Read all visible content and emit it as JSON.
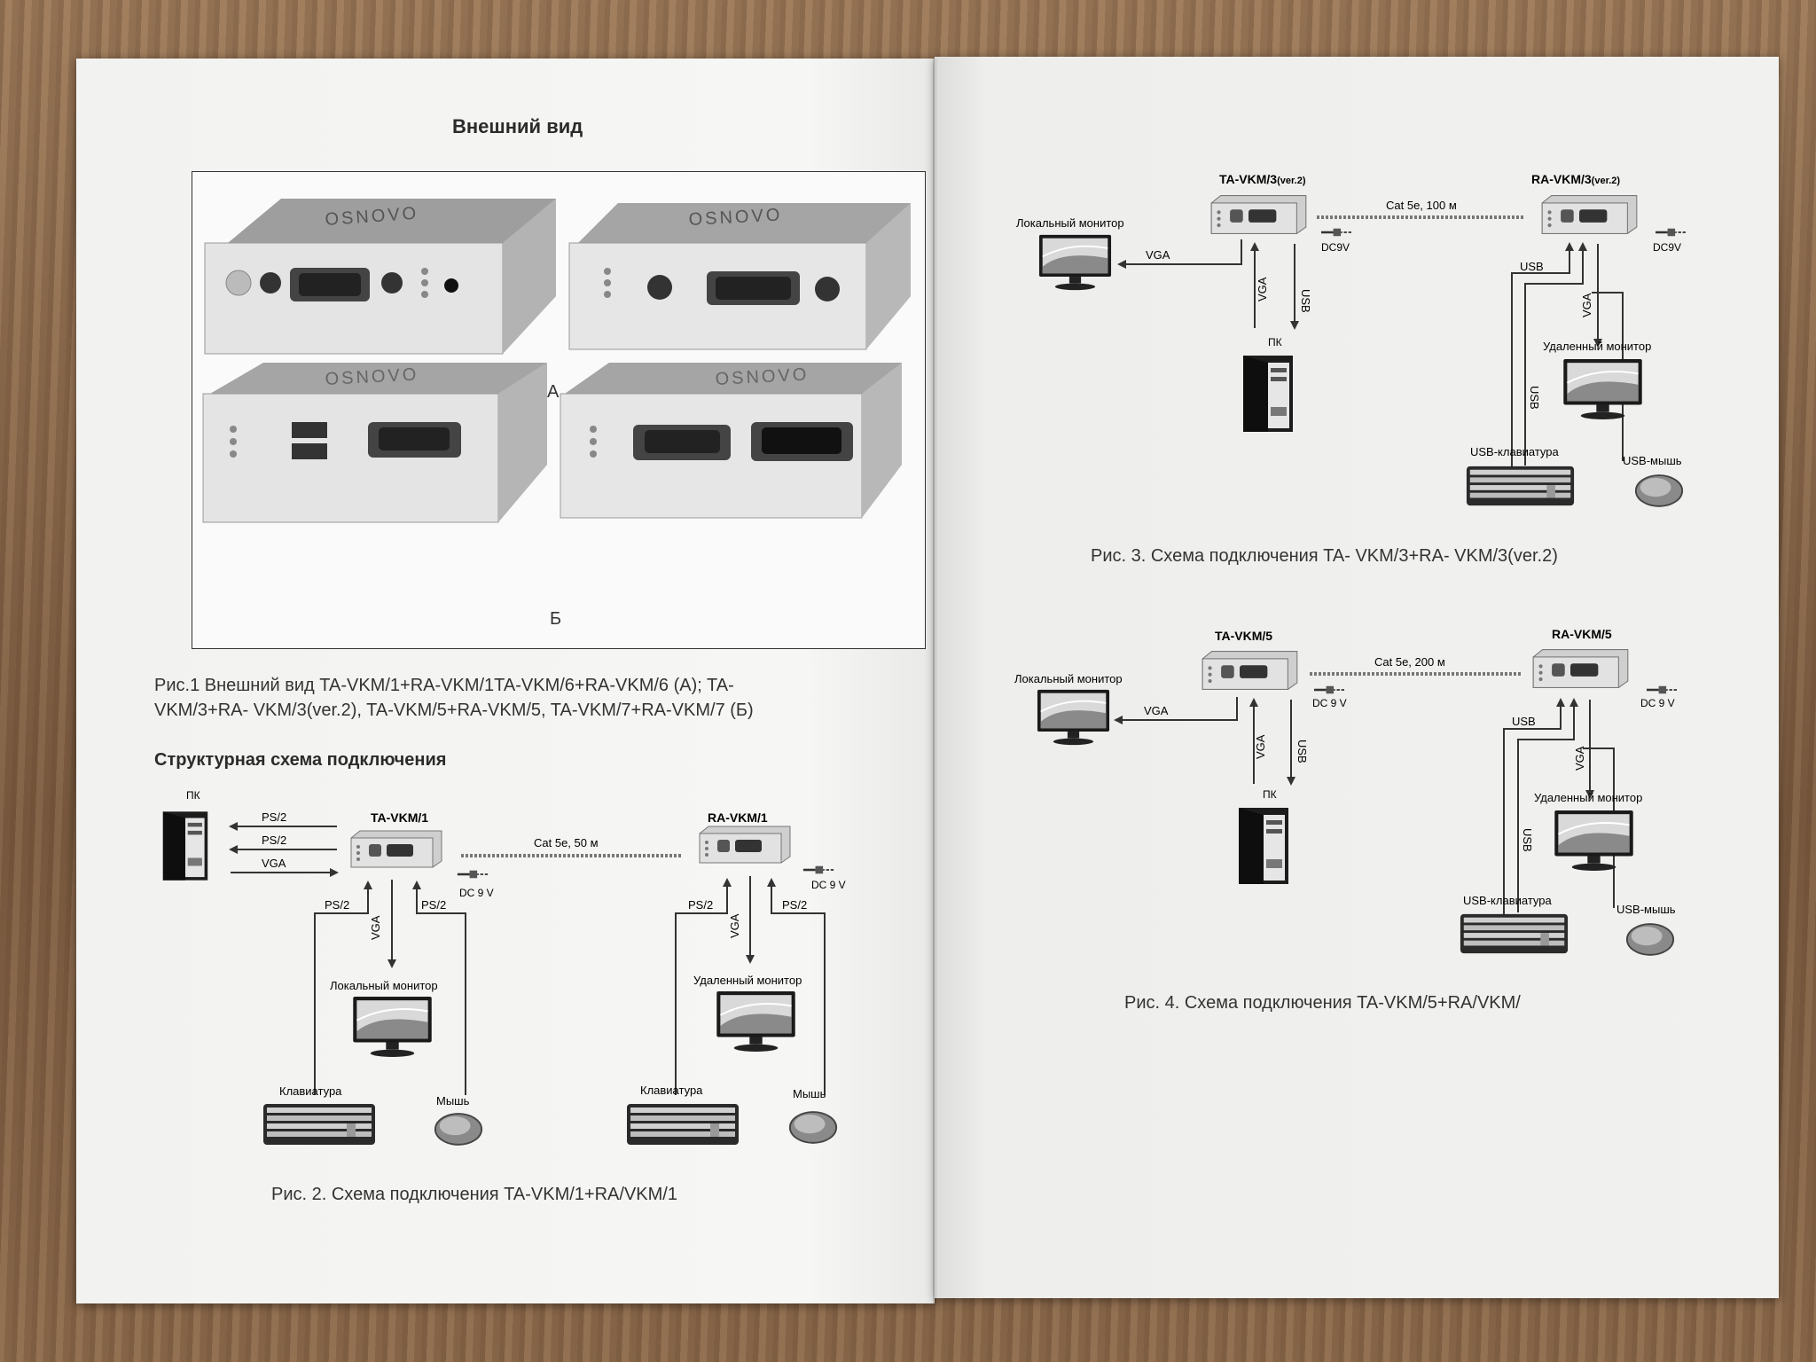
{
  "left": {
    "heading": "Внешний вид",
    "photo_label_a": "А",
    "photo_label_b": "Б",
    "brand_text": "OSNOVO",
    "fig1_caption_line1": "Рис.1 Внешний вид TA-VKM/1+RA-VKM/1TA-VKM/6+RA-VKM/6 (А); TA-",
    "fig1_caption_line2": "VKM/3+RA- VKM/3(ver.2), TA-VKM/5+RA-VKM/5, TA-VKM/7+RA-VKM/7 (Б)",
    "section_title": "Структурная схема подключения",
    "fig2": {
      "pc": "ПК",
      "ps2_a": "PS/2",
      "ps2_b": "PS/2",
      "vga": "VGA",
      "ta": "TA-VKM/1",
      "ra": "RA-VKM/1",
      "cable": "Cat 5e, 50 м",
      "dc_left": "DC 9 V",
      "dc_right": "DC 9 V",
      "ps2_l1": "PS/2",
      "ps2_l2": "PS/2",
      "vga_l": "VGA",
      "ps2_r1": "PS/2",
      "ps2_r2": "PS/2",
      "vga_r": "VGA",
      "local_monitor": "Локальный монитор",
      "remote_monitor": "Удаленный монитор",
      "keyboard_l": "Клавиатура",
      "mouse_l": "Мышь",
      "keyboard_r": "Клавиатура",
      "mouse_r": "Мышь",
      "caption": "Рис. 2. Схема подключения TA-VKM/1+RA/VKM/1"
    }
  },
  "right": {
    "fig3": {
      "ta": "TA-VKM/3",
      "ta_ver": "(ver.2)",
      "ra": "RA-VKM/3",
      "ra_ver": "(ver.2)",
      "local_monitor": "Локальный монитор",
      "cable": "Cat 5e, 100 м",
      "vga_h": "VGA",
      "dc_left": "DC9V",
      "dc_right": "DC9V",
      "vga_v": "VGA",
      "usb_v": "USB",
      "pc": "ПК",
      "usb_r": "USB",
      "vga_r": "VGA",
      "remote_monitor": "Удаленный монитор",
      "usb_r2": "USB",
      "keyboard": "USB-клавиатура",
      "mouse": "USB-мышь",
      "caption": "Рис. 3. Схема подключения TA- VKM/3+RA- VKM/3(ver.2)"
    },
    "fig4": {
      "ta": "TA-VKM/5",
      "ra": "RA-VKM/5",
      "local_monitor": "Локальный монитор",
      "cable": "Cat 5e, 200 м",
      "vga_h": "VGA",
      "dc_left": "DC 9 V",
      "dc_right": "DC 9 V",
      "vga_v": "VGA",
      "usb_v": "USB",
      "pc": "ПК",
      "usb_r": "USB",
      "vga_r": "VGA",
      "remote_monitor": "Удаленный монитор",
      "usb_r2": "USB",
      "keyboard": "USB-клавиатура",
      "mouse": "USB-мышь",
      "caption": "Рис. 4. Схема подключения TA-VKM/5+RA/VKM/"
    }
  }
}
